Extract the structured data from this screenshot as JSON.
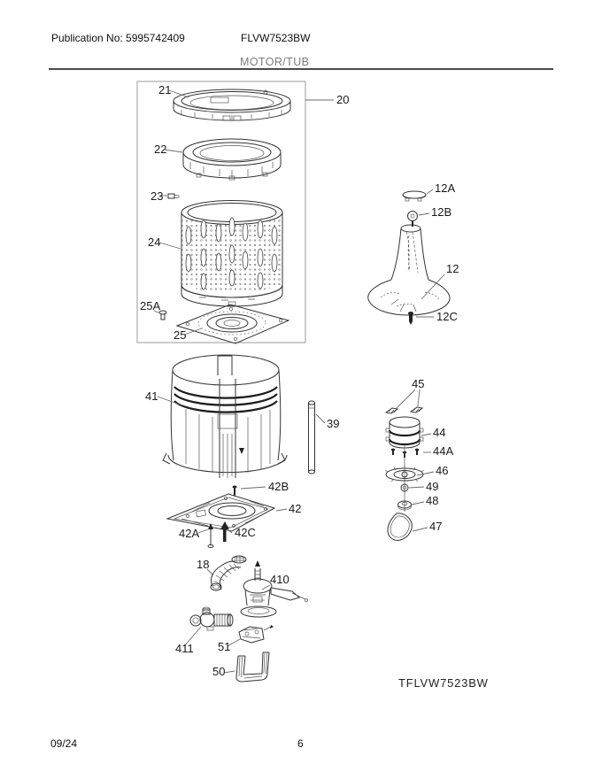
{
  "header": {
    "publication": "Publication No: 5995742409",
    "model": "FLVW7523BW",
    "section": "MOTOR/TUB"
  },
  "diagram": {
    "watermark": "TFLVW7523BW",
    "labels": {
      "p20": "20",
      "p21": "21",
      "p22": "22",
      "p23": "23",
      "p24": "24",
      "p25": "25",
      "p25A": "25A",
      "p12": "12",
      "p12A": "12A",
      "p12B": "12B",
      "p12C": "12C",
      "p41": "41",
      "p39": "39",
      "p42": "42",
      "p42A": "42A",
      "p42B": "42B",
      "p42C": "42C",
      "p44": "44",
      "p44A": "44A",
      "p45": "45",
      "p46": "46",
      "p47": "47",
      "p48": "48",
      "p49": "49",
      "p18": "18",
      "p410": "410",
      "p411": "411",
      "p50": "50",
      "p51": "51"
    }
  },
  "footer": {
    "date": "09/24",
    "page": "6"
  }
}
